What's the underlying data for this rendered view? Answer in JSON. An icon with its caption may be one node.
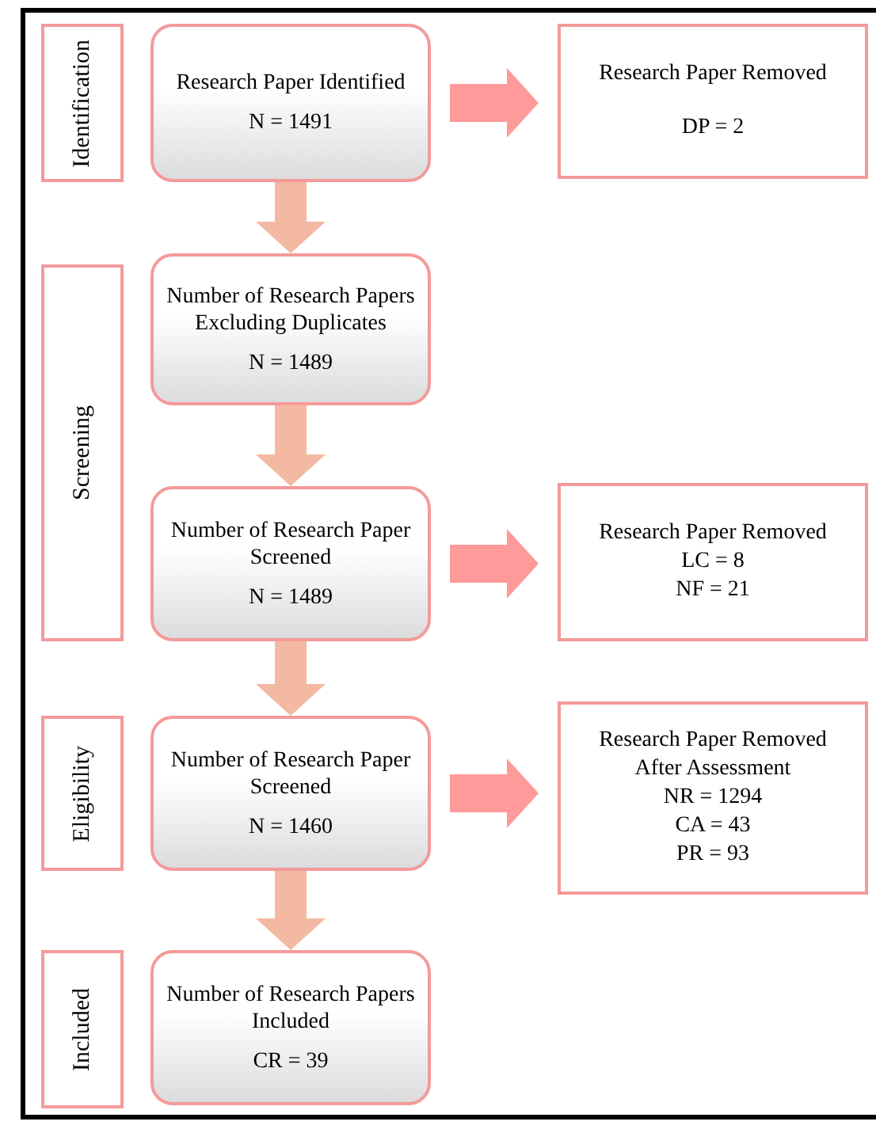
{
  "diagram": {
    "nodes": [
      {
        "text": [
          "Identification"
        ]
      },
      {
        "text": [
          "Research Paper Identified",
          "N = 1491"
        ]
      },
      {
        "text": [
          "Research Paper Removed",
          "DP = 2"
        ]
      },
      {
        "text": [
          "Screening"
        ]
      },
      {
        "text": [
          "Number of Research Papers Excluding Duplicates",
          "N = 1489"
        ]
      },
      {
        "text": [
          "Number of Research Paper Screened",
          "N = 1489"
        ]
      },
      {
        "text": [
          "Research Paper Removed",
          "LC = 8",
          "NF = 21"
        ]
      },
      {
        "text": [
          "Eligibility"
        ]
      },
      {
        "text": [
          "Number of Research Paper Screened",
          "N = 1460"
        ]
      },
      {
        "text": [
          "Research Paper Removed After Assessment",
          "NR = 1294",
          "CA = 43",
          "PR = 93"
        ]
      },
      {
        "text": [
          "Included"
        ]
      },
      {
        "text": [
          "Number of Research Papers Included",
          "CR = 39"
        ]
      }
    ],
    "edges": [
      {
        "from": 1,
        "to": 2,
        "arrow": "to",
        "color": "#ff9a9a"
      },
      {
        "from": 1,
        "to": 4,
        "arrow": "to"
      },
      {
        "from": 4,
        "to": 5,
        "arrow": "to"
      },
      {
        "from": 5,
        "to": 6,
        "arrow": "to",
        "color": "#ff9a9a"
      },
      {
        "from": 5,
        "to": 8,
        "arrow": "to"
      },
      {
        "from": 8,
        "to": 9,
        "arrow": "to",
        "color": "#ff9a9a"
      },
      {
        "from": 8,
        "to": 11,
        "arrow": "to"
      }
    ]
  }
}
